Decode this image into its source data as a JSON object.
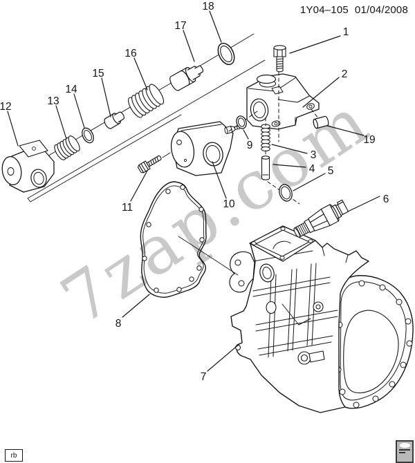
{
  "header": {
    "drawing_number": "1Y04–105",
    "date": "01/04/2008"
  },
  "watermark": {
    "text": "7zap.com",
    "color": "#c9c9c9"
  },
  "footer": {
    "left_marker": "rb",
    "right_logo_icon": "parts-catalog-logo-icon"
  },
  "diagram": {
    "type": "exploded-parts-diagram",
    "subject": "transmission case assembly",
    "colors": {
      "line": "#151515",
      "background": "#ffffff"
    },
    "callouts": {
      "n1": "1",
      "n2": "2",
      "n3": "3",
      "n4": "4",
      "n5": "5",
      "n6": "6",
      "n7": "7",
      "n8": "8",
      "n9": "9",
      "n10": "10",
      "n11": "11",
      "n12": "12",
      "n13": "13",
      "n14": "14",
      "n15": "15",
      "n16": "16",
      "n17": "17",
      "n18": "18",
      "n19": "19"
    }
  }
}
